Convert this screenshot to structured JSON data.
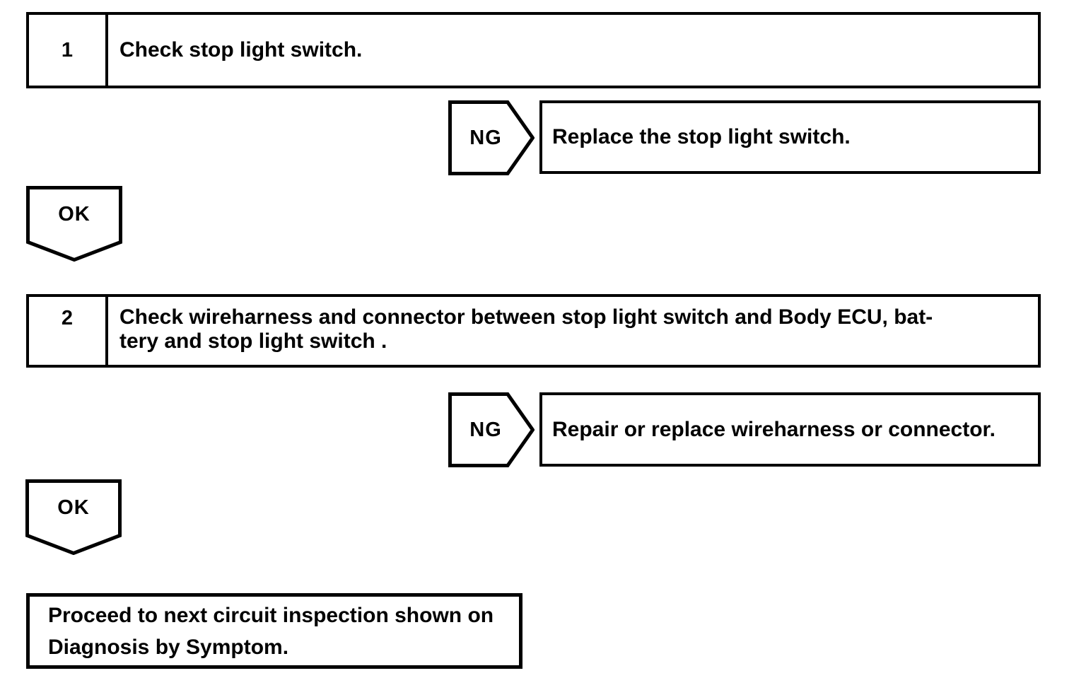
{
  "colors": {
    "ink": "#000000",
    "paper": "#ffffff"
  },
  "flowchart": {
    "steps": [
      {
        "number": "1",
        "title_lines": [
          "Check stop light switch."
        ],
        "ng_label": "NG",
        "ng_action": "Replace the stop light switch.",
        "ok_label": "OK"
      },
      {
        "number": "2",
        "title_lines": [
          "Check wireharness and connector between stop light switch and Body ECU, bat-",
          "tery and stop light switch ."
        ],
        "ng_label": "NG",
        "ng_action": "Repair or replace wireharness or connector.",
        "ok_label": "OK"
      }
    ],
    "result_lines": [
      "Proceed to next circuit inspection shown on",
      "Diagnosis by Symptom."
    ]
  }
}
